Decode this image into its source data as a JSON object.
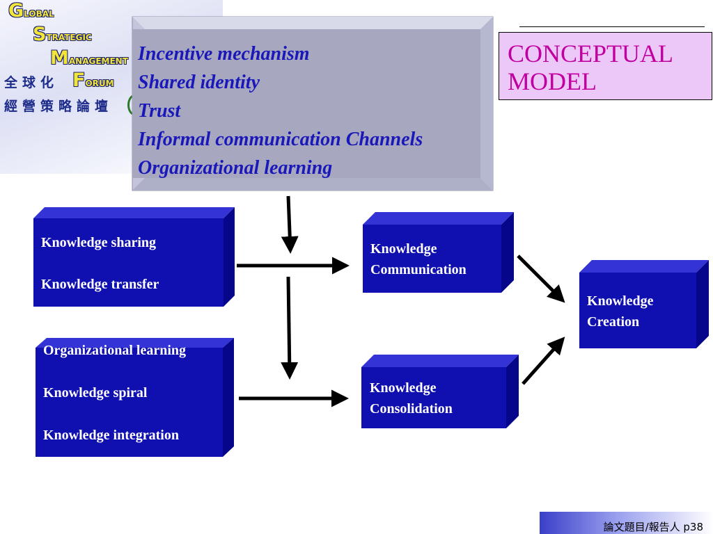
{
  "logo": {
    "lines": [
      {
        "cap": "G",
        "rest": "LOBAL"
      },
      {
        "cap": "S",
        "rest": "TRATEGIC"
      },
      {
        "cap": "M",
        "rest": "ANAGEMENT"
      }
    ],
    "chinese_line1": "全球化",
    "forum_cap": "F",
    "forum_rest": "ORUM",
    "chinese_line2": "經營策略論壇"
  },
  "title": "CONCEPTUAL\nMODEL",
  "factors": {
    "items": [
      "Incentive mechanism",
      "Shared identity",
      "Trust",
      "Informal communication Channels",
      "Organizational learning"
    ]
  },
  "nodes": {
    "sharing_transfer": {
      "line1": "Knowledge sharing",
      "line2": "Knowledge transfer"
    },
    "learning_spiral": {
      "line1": "Organizational learning",
      "line2": "Knowledge spiral",
      "line3": "Knowledge integration"
    },
    "communication": {
      "line1": "Knowledge",
      "line2": "Communication"
    },
    "consolidation": {
      "line1": "Knowledge",
      "line2": "Consolidation"
    },
    "creation": {
      "line1": "Knowledge",
      "line2": "Creation"
    }
  },
  "footer": {
    "text": "論文題目/報告人  p38"
  },
  "colors": {
    "node_front": "#1010b0",
    "node_top": "#3434d6",
    "node_side": "#06068a",
    "factor_front": "#a7a8c0",
    "factor_frame": "#c4c5dc",
    "factor_text": "#1a18b8",
    "title_bg": "#ecc8f8",
    "title_text": "#c000a0"
  }
}
